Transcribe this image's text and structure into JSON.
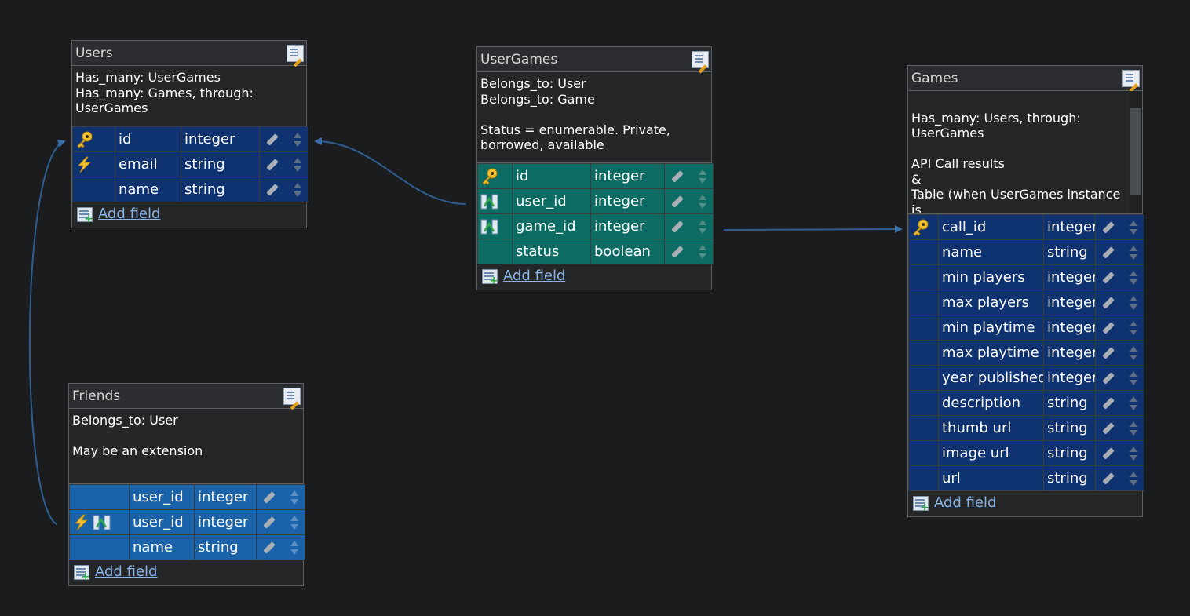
{
  "tables": {
    "users": {
      "title": "Users",
      "description": "Has_many: UserGames\nHas_many: Games, through:\nUserGames",
      "fields": [
        {
          "name": "id",
          "type": "integer"
        },
        {
          "name": "email",
          "type": "string"
        },
        {
          "name": "name",
          "type": "string"
        }
      ],
      "add_field_label": "Add field"
    },
    "usergames": {
      "title": "UserGames",
      "description": "Belongs_to: User\nBelongs_to: Game\n\nStatus = enumerable. Private,\nborrowed, available",
      "fields": [
        {
          "name": "id",
          "type": "integer"
        },
        {
          "name": "user_id",
          "type": "integer"
        },
        {
          "name": "game_id",
          "type": "integer"
        },
        {
          "name": "status",
          "type": "boolean"
        }
      ],
      "add_field_label": "Add field"
    },
    "games": {
      "title": "Games",
      "description": "Has_many: Users, through:\nUserGames\n\nAPI Call results\n&\nTable (when UserGames instance is\ncreated/saved, and only if game",
      "fields": [
        {
          "name": "call_id",
          "type": "integer"
        },
        {
          "name": "name",
          "type": "string"
        },
        {
          "name": "min players",
          "type": "integer"
        },
        {
          "name": "max players",
          "type": "integer"
        },
        {
          "name": "min playtime",
          "type": "integer"
        },
        {
          "name": "max playtime",
          "type": "integer"
        },
        {
          "name": "year published",
          "type": "integer"
        },
        {
          "name": "description",
          "type": "string"
        },
        {
          "name": "thumb url",
          "type": "string"
        },
        {
          "name": "image url",
          "type": "string"
        },
        {
          "name": "url",
          "type": "string"
        }
      ],
      "add_field_label": "Add field"
    },
    "friends": {
      "title": "Friends",
      "description": "Belongs_to: User\n\nMay be an extension",
      "fields": [
        {
          "name": "user_id",
          "type": "integer"
        },
        {
          "name": "user_id",
          "type": "integer"
        },
        {
          "name": "name",
          "type": "string"
        }
      ],
      "add_field_label": "Add field"
    }
  },
  "colors": {
    "background": "#1b1c1e",
    "users_rows": "#0f3370",
    "usergames_rows": "#0c6c63",
    "friends_rows": "#1a63a8",
    "connector": "#2f5d90"
  }
}
